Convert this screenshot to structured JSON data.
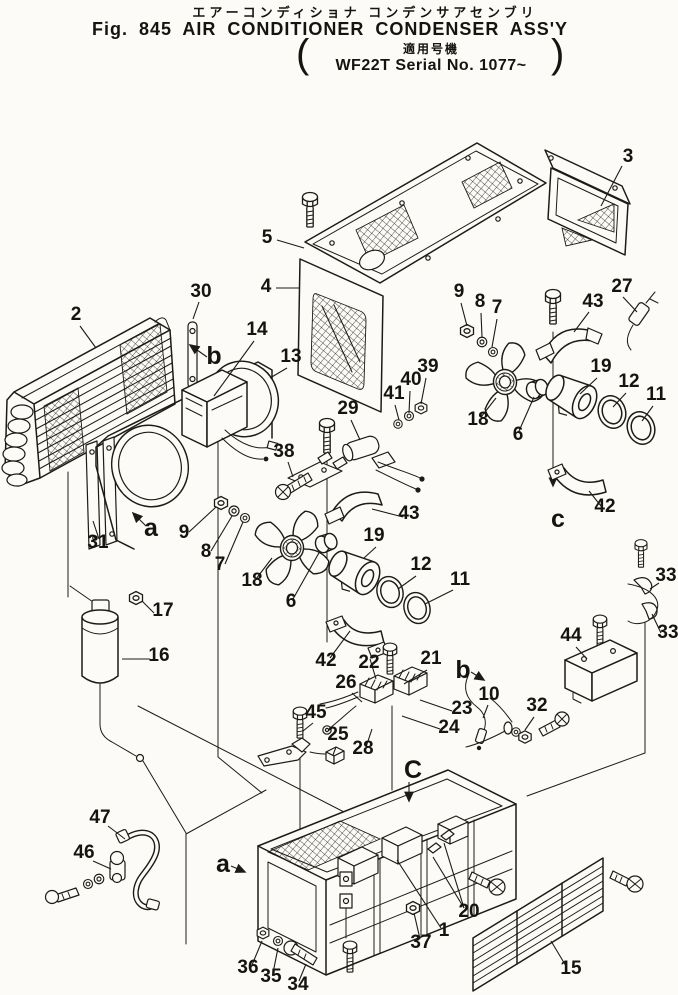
{
  "figure": {
    "title_jp": "エアーコンディショナ  コンデンサアセンブリ",
    "title_en": "Fig. 845 AIR CONDITIONER CONDENSER ASS'Y",
    "applicability_label_jp": "適用号機",
    "applicability_serial": "WF22T Serial No. 1077~",
    "open_paren": "(",
    "close_paren": ")"
  },
  "colors": {
    "line": "#1c1c16",
    "paper": "#fcfbf7"
  },
  "callouts": {
    "n1": "1",
    "n2": "2",
    "n3": "3",
    "n4": "4",
    "n5": "5",
    "n6c": "6",
    "n6r": "6",
    "n7l": "7",
    "n7r": "7",
    "n8l": "8",
    "n8r": "8",
    "n9l": "9",
    "n9r": "9",
    "n10": "10",
    "n11c": "11",
    "n11r": "11",
    "n12c": "12",
    "n12r": "12",
    "n13": "13",
    "n14": "14",
    "n15": "15",
    "n16": "16",
    "n17": "17",
    "n18c": "18",
    "n18r": "18",
    "n19c": "19",
    "n19r": "19",
    "n20": "20",
    "n21": "21",
    "n22": "22",
    "n23": "23",
    "n24": "24",
    "n25": "25",
    "n26": "26",
    "n27": "27",
    "n28": "28",
    "n29": "29",
    "n30": "30",
    "n31": "31",
    "n32": "32",
    "n33a": "33",
    "n33b": "33",
    "n34": "34",
    "n35": "35",
    "n36": "36",
    "n37": "37",
    "n38": "38",
    "n39": "39",
    "n40": "40",
    "n41": "41",
    "n42c": "42",
    "n42r": "42",
    "n43c": "43",
    "n43r": "43",
    "n44": "44",
    "n45": "45",
    "n46": "46",
    "n47": "47",
    "la1": "a",
    "la2": "a",
    "lb1": "b",
    "lb2": "b",
    "lc1": "c",
    "lc2": "C"
  }
}
